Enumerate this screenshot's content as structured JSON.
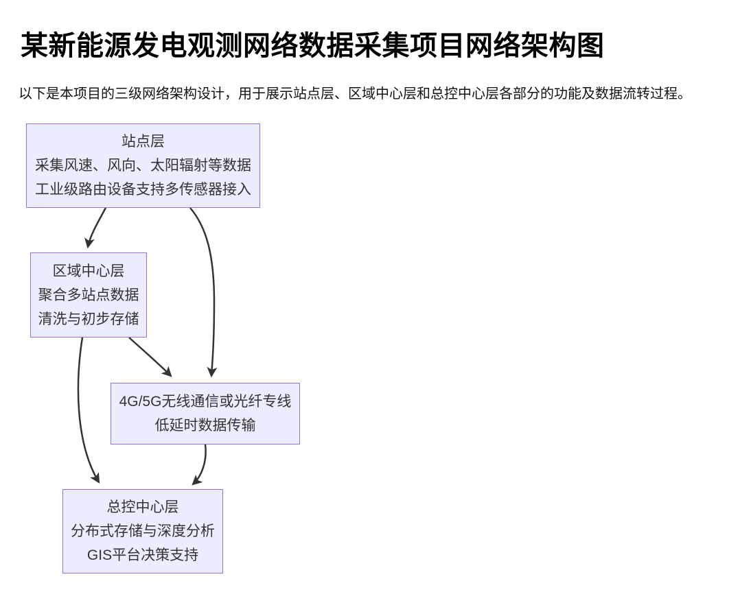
{
  "page": {
    "title": "某新能源发电观测网络数据采集项目网络架构图",
    "subtitle": "以下是本项目的三级网络架构设计，用于展示站点层、区域中心层和总控中心层各部分的功能及数据流转过程。"
  },
  "colors": {
    "background": "#ffffff",
    "title_text": "#000000",
    "subtitle_text": "#111111",
    "node_fill": "#ECECFF",
    "node_border": "#9370DB",
    "node_text": "#333333",
    "edge": "#333333"
  },
  "diagram": {
    "type": "flowchart",
    "direction": "top-down",
    "nodes": [
      {
        "id": "site",
        "lines": [
          "站点层",
          "采集风速、风向、太阳辐射等数据",
          "工业级路由设备支持多传感器接入"
        ]
      },
      {
        "id": "regional",
        "lines": [
          "区域中心层",
          "聚合多站点数据",
          "清洗与初步存储"
        ]
      },
      {
        "id": "comms",
        "lines": [
          "4G/5G无线通信或光纤专线",
          "低延时数据传输"
        ]
      },
      {
        "id": "central",
        "lines": [
          "总控中心层",
          "分布式存储与深度分析",
          "GIS平台决策支持"
        ]
      }
    ],
    "edges": [
      {
        "from": "site",
        "to": "regional"
      },
      {
        "from": "site",
        "to": "comms"
      },
      {
        "from": "regional",
        "to": "comms"
      },
      {
        "from": "regional",
        "to": "central"
      },
      {
        "from": "comms",
        "to": "central"
      }
    ]
  }
}
